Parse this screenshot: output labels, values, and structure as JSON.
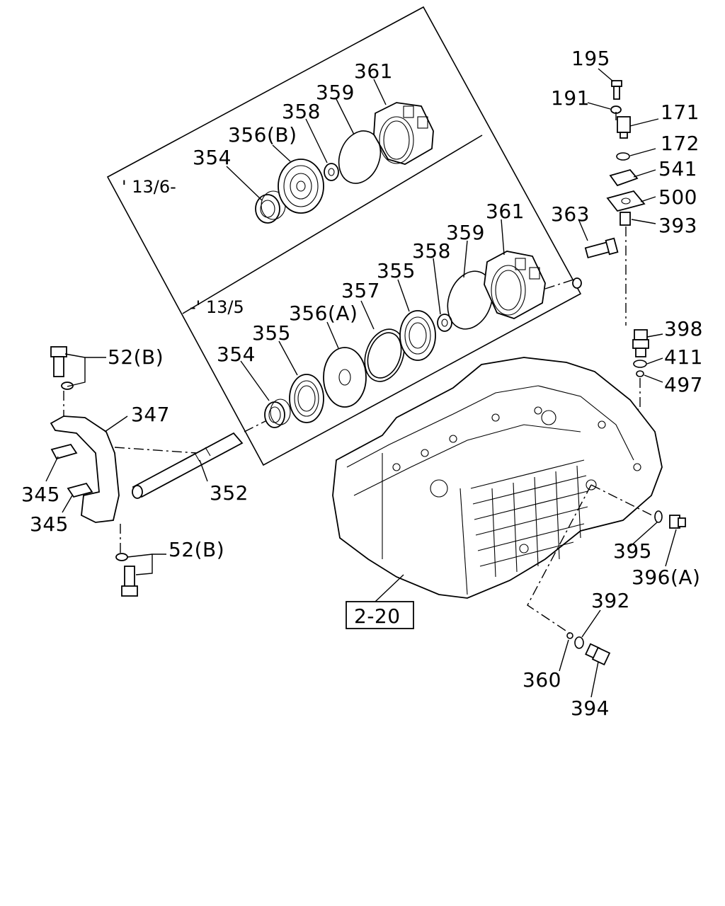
{
  "labels": {
    "p195": "195",
    "p191": "191",
    "p171": "171",
    "p172": "172",
    "p541": "541",
    "p500": "500",
    "p393": "393",
    "p363": "363",
    "p398": "398",
    "p411": "411",
    "p497": "497",
    "p361_top": "361",
    "p359_top": "359",
    "p358_top": "358",
    "p356b": "356(B)",
    "p354_top": "354",
    "p361_low": "361",
    "p359_low": "359",
    "p358_low": "358",
    "p355_low": "355",
    "p357": "357",
    "p356a": "356(A)",
    "p355_left": "355",
    "p354_low": "354",
    "p52b_top": "52(B)",
    "p347": "347",
    "p352": "352",
    "p345_a": "345",
    "p345_b": "345",
    "p52b_low": "52(B)",
    "p395": "395",
    "p396a": "396(A)",
    "p392": "392",
    "p360": "360",
    "p394": "394",
    "ref_box": "2-20",
    "date_top": "' 13/6-",
    "date_low": "-' 13/5"
  },
  "icons": {
    "bolt": "bolt-icon",
    "washer": "washer-icon",
    "sensor": "sensor-icon",
    "oring": "o-ring-icon",
    "housing": "transmission-case-icon"
  }
}
